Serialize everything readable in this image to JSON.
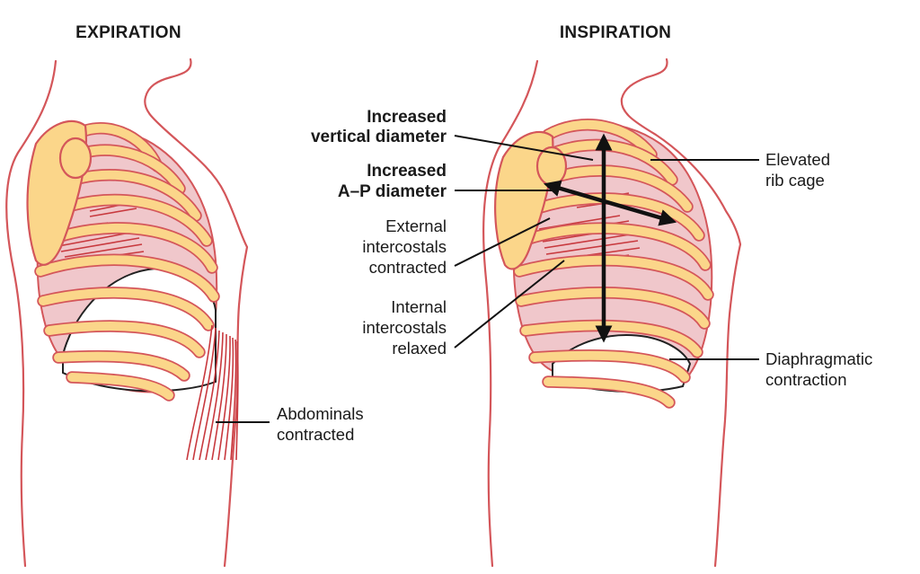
{
  "panels": {
    "expiration": {
      "title": "EXPIRATION",
      "labels": {
        "abdominals": [
          "Abdominals",
          "contracted"
        ]
      }
    },
    "inspiration": {
      "title": "INSPIRATION",
      "labels": {
        "vertical": [
          "Increased",
          "vertical diameter"
        ],
        "ap": [
          "Increased",
          "A–P diameter"
        ],
        "external": [
          "External",
          "intercostals",
          "contracted"
        ],
        "internal": [
          "Internal",
          "intercostals",
          "relaxed"
        ],
        "rib_cage": [
          "Elevated",
          "rib cage"
        ],
        "diaphragm": [
          "Diaphragmatic",
          "contraction"
        ]
      }
    }
  },
  "colors": {
    "outline": "#d4565a",
    "bone": "#fbd68a",
    "lung_cavity": "#f0c7cb",
    "muscle": "#c8393e",
    "arrows": "#111111"
  }
}
